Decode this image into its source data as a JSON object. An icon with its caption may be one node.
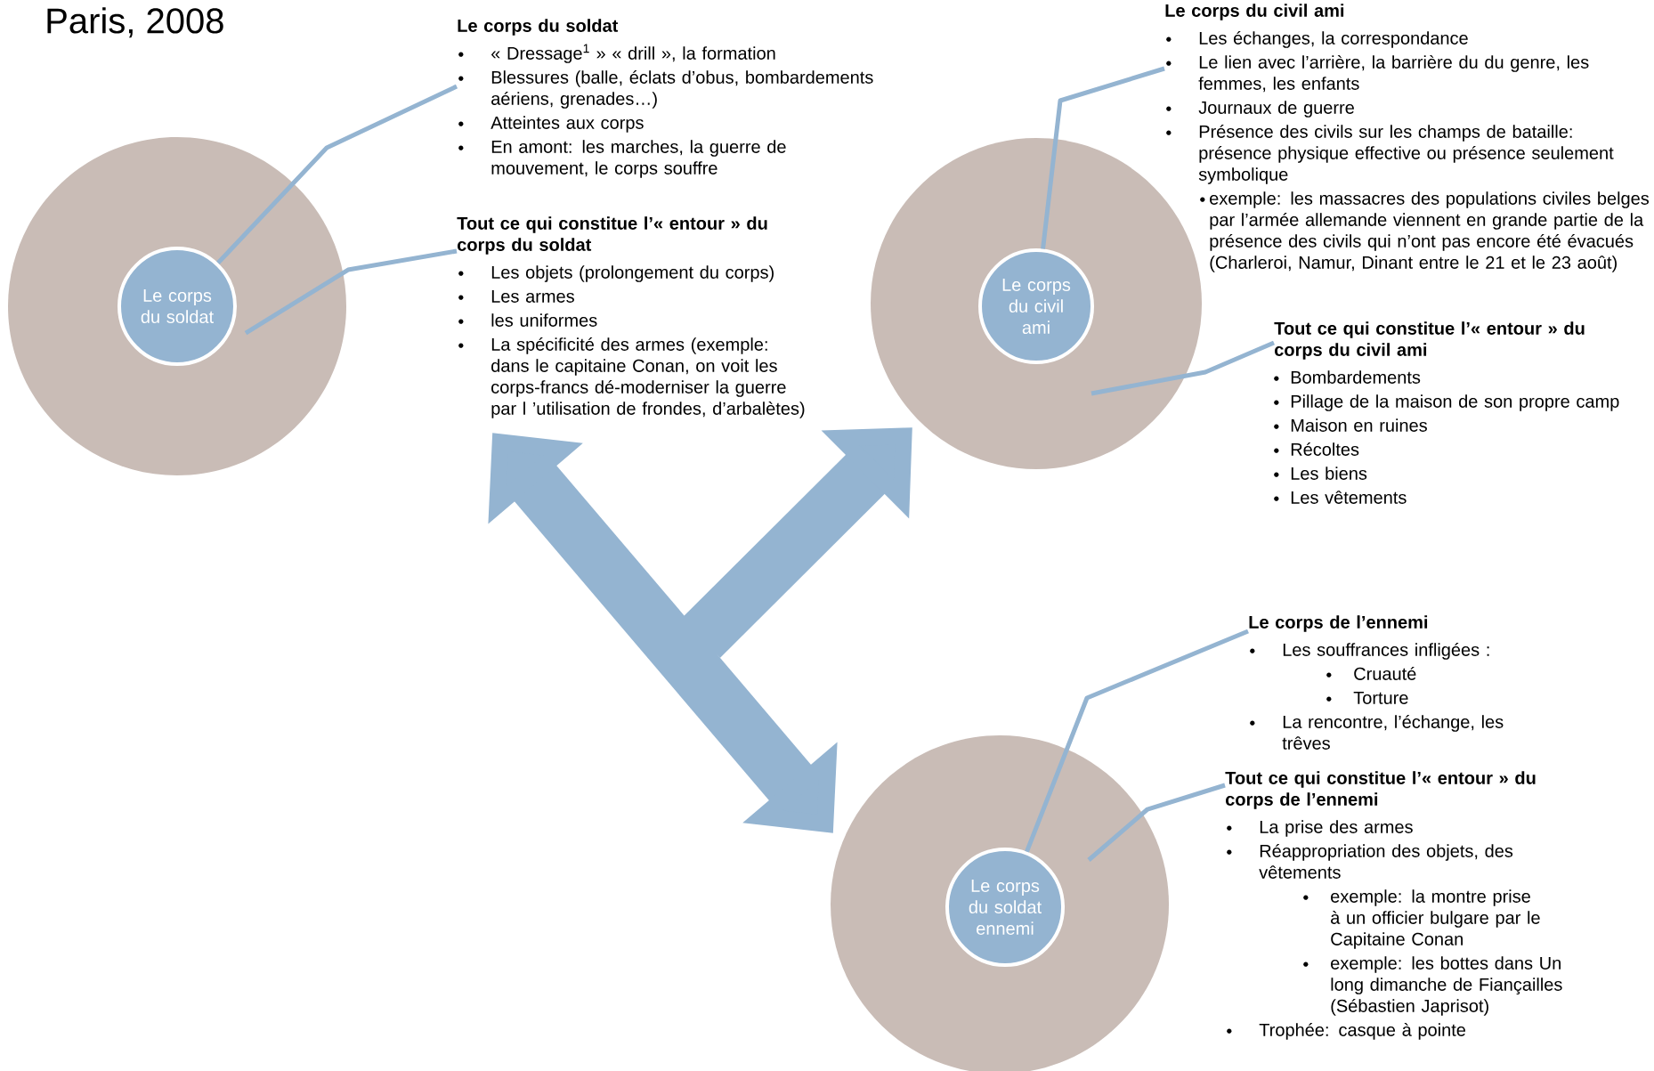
{
  "diagram": {
    "nodes": [
      {
        "text": [],
        "shape": "circle"
      },
      {
        "text": [
          "Le corps du soldat"
        ],
        "in": 0
      },
      {
        "text": [
          "Le corps du soldat",
          "« Dressage$^{1}$ » « drill », la formation",
          "Blessures (balle, éclats d’obus, bombardements aériens, grenades…)",
          "Atteintes aux corps",
          "En amont: les marches, la guerre de mouvement, le corps souffre"
        ]
      },
      {
        "text": [
          "Tout ce qui constitue l’« entour » du corps du soldat",
          "Les objets (prolongement du corps)",
          "Les armes",
          "les uniformes",
          "La spécificité des armes (exemple: dans le capitaine Conan, on voit les corps-francs dé-moderniser la guerre par l ’utilisation de frondes, d’arbalètes)"
        ]
      },
      {
        "text": [],
        "shape": "circle"
      },
      {
        "text": [
          "Le corps du civil ami"
        ],
        "in": 4
      },
      {
        "text": [
          "Le corps du civil ami",
          "Les échanges, la correspondance",
          "Le lien avec l’arrière, la barrière du du genre, les femmes, les enfants",
          "Journaux de guerre",
          "Présence des civils sur les champs de bataille: présence physique effective ou présence seulement symbolique",
          "exemple: les massacres des populations civiles belges par l’armée allemande viennent en grande partie de la présence des civils qui n’ont pas encore été évacués (Charleroi, Namur, Dinant entre le 21 et le 23 août)"
        ]
      },
      {
        "text": [
          "Tout ce qui constitue l’« entour » du corps du civil ami",
          "Bombardements",
          "Pillage de la maison de son propre camp",
          "Maison en ruines",
          "Récoltes",
          "Les biens",
          "Les vêtements"
        ]
      },
      {
        "text": [],
        "shape": "circle"
      },
      {
        "text": [
          "Le corps du soldat ennemi"
        ],
        "in": 8
      },
      {
        "text": [
          "Le corps de l’ennemi",
          "Les souffrances infligées :",
          "Cruauté",
          "Torture",
          "La rencontre, l’échange, les trêves"
        ]
      },
      {
        "text": [
          "Tout ce qui constitue l’« entour » du corps de l’ennemi",
          "La prise des armes",
          "Réappropriation des objets, des vêtements",
          "exemple: la montre prise à un officier bulgare par le Capitaine Conan",
          "exemple: les bottes dans Un long dimanche de Fiançailles (Sébastien Japrisot)",
          "Trophée: casque à pointe"
        ]
      }
    ],
    "edges": [
      {
        "from": 1,
        "to": 2,
        "arrow": "none"
      },
      {
        "from": 0,
        "to": 3,
        "arrow": "none"
      },
      {
        "from": 5,
        "to": 6,
        "arrow": "none"
      },
      {
        "from": 4,
        "to": 7,
        "arrow": "none"
      },
      {
        "from": 9,
        "to": 10,
        "arrow": "none"
      },
      {
        "from": 8,
        "to": 11,
        "arrow": "none"
      },
      {
        "from": 3,
        "to": 8,
        "arrow": "both",
        "style": "thick"
      },
      {
        "from": null,
        "to": 4,
        "arrow": "to",
        "style": "thick"
      }
    ],
    "labels": [
      "Paris, 2008"
    ]
  }
}
